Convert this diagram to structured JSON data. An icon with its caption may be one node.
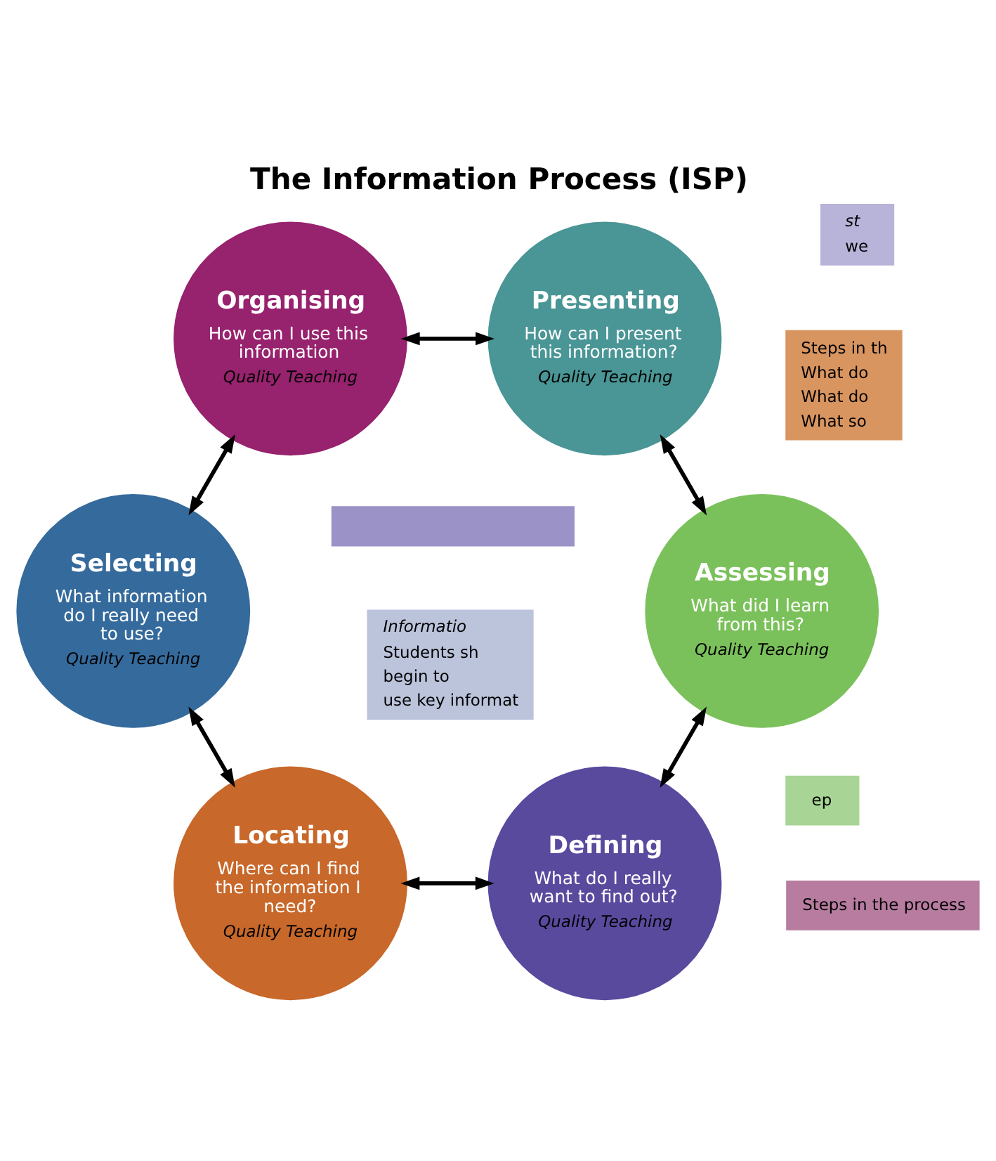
{
  "diagram": {
    "title": "The Information Process (ISP)",
    "nodes": [
      {
        "text": [
          "Defining",
          "What do I really want to find out?",
          "Quality Teaching"
        ]
      },
      {
        "text": [
          "Locating",
          "Where can I find the information I need?",
          "Quality Teaching"
        ]
      },
      {
        "text": [
          "Selecting",
          "What information do I really need to use?",
          "Quality Teaching"
        ]
      },
      {
        "text": [
          "Organising",
          "How can I use this information",
          "Quality Teaching"
        ]
      },
      {
        "text": [
          "Presenting",
          "How can I present this information?",
          "Quality Teaching"
        ]
      },
      {
        "text": [
          "Assessing",
          "What did I learn from this?",
          "Quality Teaching"
        ]
      },
      {
        "text": [
          "ep"
        ]
      },
      {
        "text": [],
        "shape": "box"
      },
      {
        "text": [
          "st",
          "we"
        ]
      },
      {
        "text": [
          "Steps in th",
          "What do",
          "What do",
          "What so"
        ]
      },
      {
        "text": [
          "Informatio",
          "Students sh",
          "begin to",
          "use key informat"
        ]
      },
      {
        "text": [
          "Steps in the process"
        ]
      }
    ],
    "edges": [
      {
        "from": 0,
        "to": 1,
        "arrow": "both"
      },
      {
        "from": 1,
        "to": 2,
        "arrow": "both"
      },
      {
        "from": 2,
        "to": 3,
        "arrow": "both"
      },
      {
        "from": 3,
        "to": 4,
        "arrow": "both"
      },
      {
        "from": 4,
        "to": 5,
        "arrow": "both"
      },
      {
        "from": 5,
        "to": 0,
        "arrow": "both"
      }
    ]
  }
}
